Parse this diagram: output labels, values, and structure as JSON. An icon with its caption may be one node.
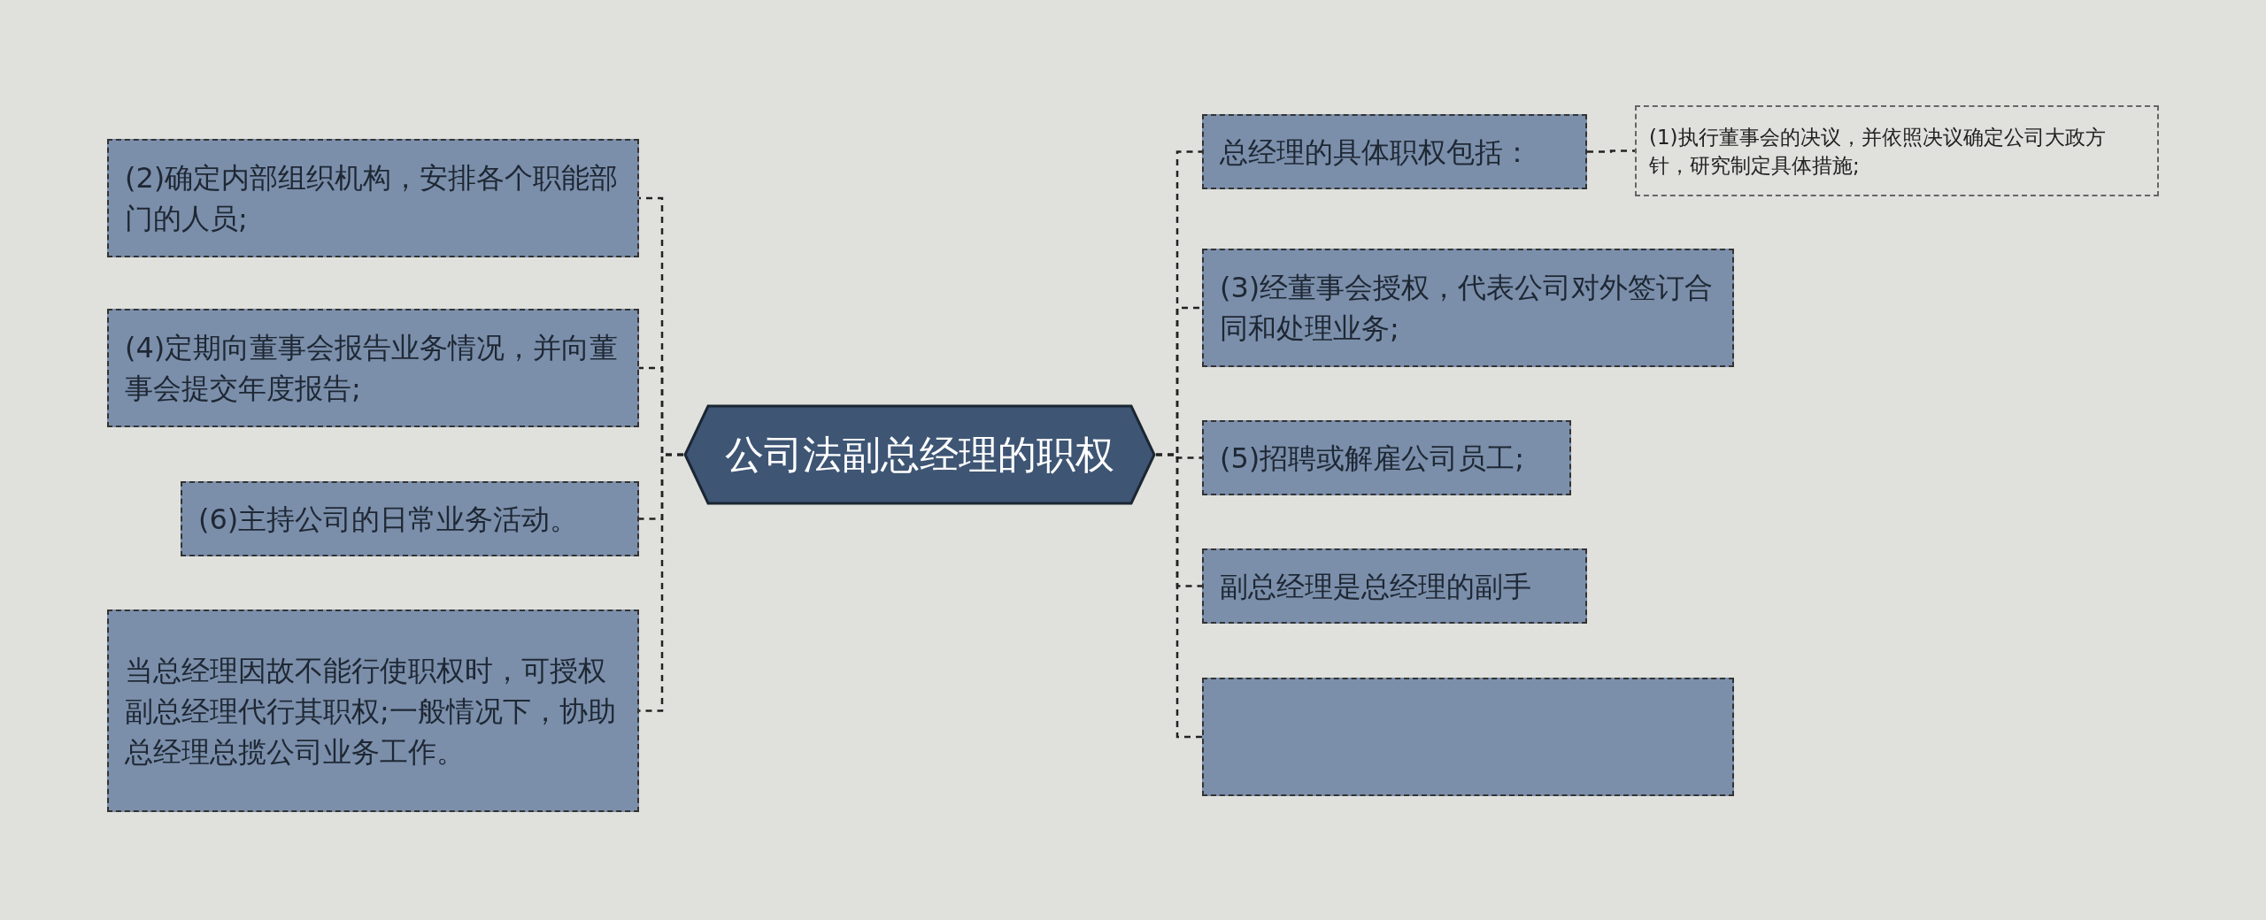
{
  "diagram": {
    "nodes": [
      {
        "text": [
          "公司法副总经理的职权"
        ]
      },
      {
        "text": [
          "(2)确定内部组织机构，安排各个职能部门的人员;"
        ]
      },
      {
        "text": [
          "(4)定期向董事会报告业务情况，并向董事会提交年度报告;"
        ]
      },
      {
        "text": [
          "(6)主持公司的日常业务活动。"
        ]
      },
      {
        "text": [
          "当总经理因故不能行使职权时，可授权副总经理代行其职权;一般情况下，协助总经理总揽公司业务工作。"
        ]
      },
      {
        "text": [
          "总经理的具体职权包括："
        ]
      },
      {
        "text": [
          "(1)执行董事会的决议，并依照决议确定公司大政方针，研究制定具体措施;"
        ]
      },
      {
        "text": [
          "(3)经董事会授权，代表公司对外签订合同和处理业务;"
        ]
      },
      {
        "text": [
          "(5)招聘或解雇公司员工;"
        ]
      },
      {
        "text": [
          "副总经理是总经理的副手"
        ]
      },
      {
        "text": [],
        "shape": "box"
      }
    ],
    "edges": [
      {
        "from": 0,
        "to": 1,
        "arrow": "none",
        "style": "dashed"
      },
      {
        "from": 0,
        "to": 2,
        "arrow": "none",
        "style": "dashed"
      },
      {
        "from": 0,
        "to": 3,
        "arrow": "none",
        "style": "dashed"
      },
      {
        "from": 0,
        "to": 4,
        "arrow": "none",
        "style": "dashed"
      },
      {
        "from": 0,
        "to": 5,
        "arrow": "none",
        "style": "dashed"
      },
      {
        "from": 5,
        "to": 6,
        "arrow": "none",
        "style": "dashed"
      },
      {
        "from": 0,
        "to": 7,
        "arrow": "none",
        "style": "dashed"
      },
      {
        "from": 0,
        "to": 8,
        "arrow": "none",
        "style": "dashed"
      },
      {
        "from": 0,
        "to": 9,
        "arrow": "none",
        "style": "dashed"
      },
      {
        "from": 0,
        "to": 10,
        "arrow": "none",
        "style": "dashed"
      }
    ]
  }
}
